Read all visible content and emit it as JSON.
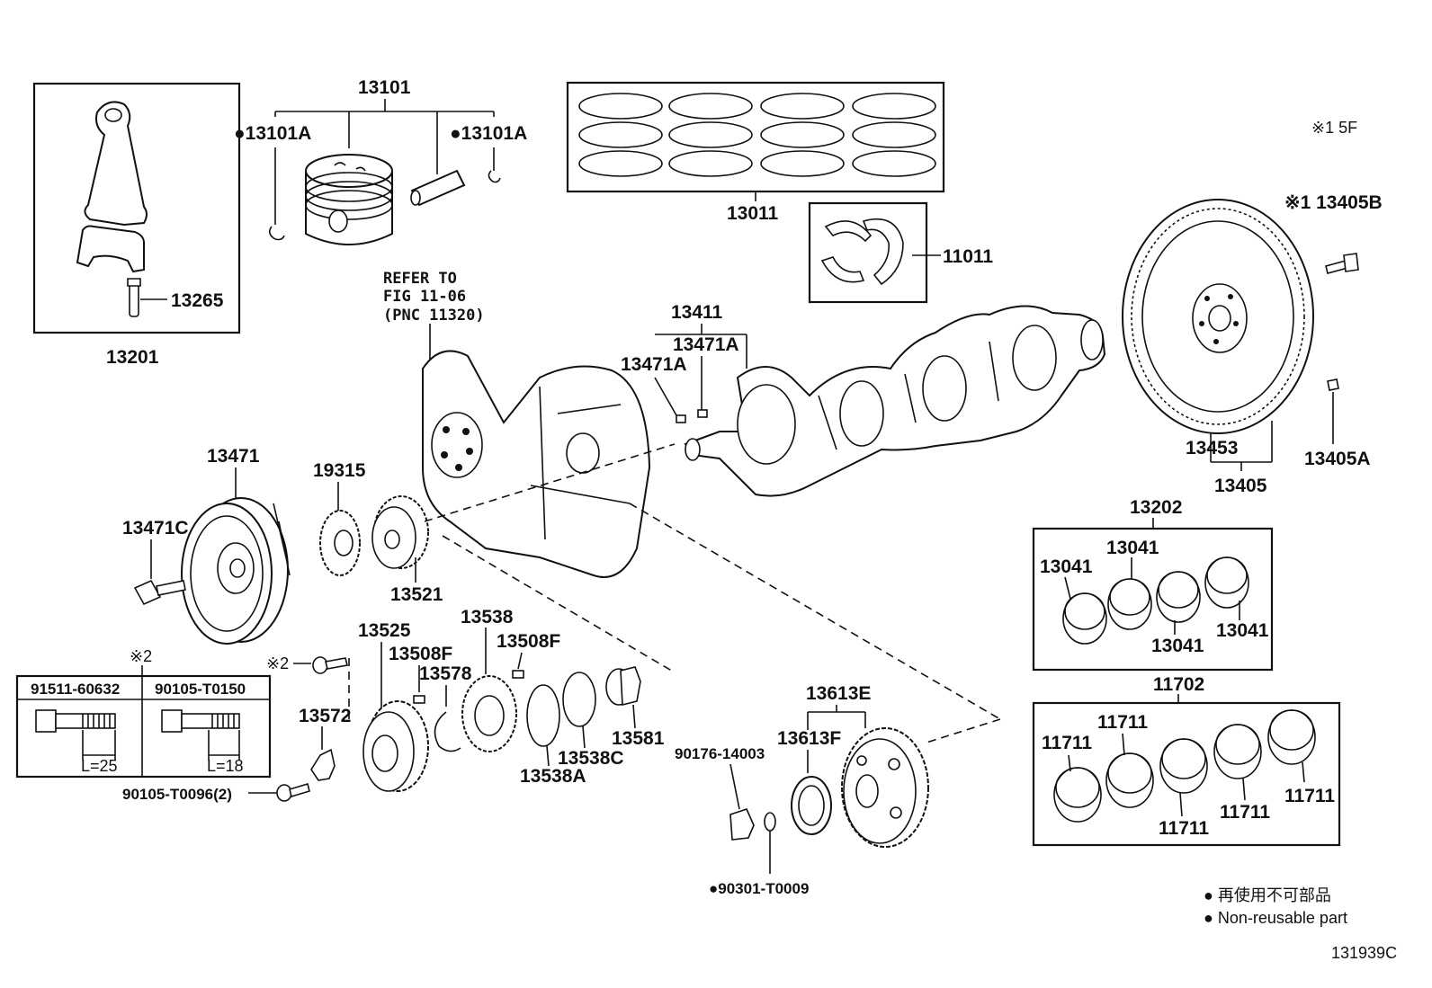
{
  "labels": {
    "p13101": "13101",
    "p13101A_left": "●13101A",
    "p13101A_right": "●13101A",
    "p13011": "13011",
    "p11011": "11011",
    "note_5f": "※1 5F",
    "p13405B": "※1  13405B",
    "p13265": "13265",
    "p13201": "13201",
    "refer1": "REFER TO",
    "refer2": "FIG 11-06",
    "refer3": "(PNC 11320)",
    "p13411": "13411",
    "p13471A_a": "13471A",
    "p13471A_b": "13471A",
    "p13453": "13453",
    "p13405": "13405",
    "p13405A": "13405A",
    "p13471": "13471",
    "p19315": "19315",
    "p13471C": "13471C",
    "p13521": "13521",
    "p13202": "13202",
    "p13041_a": "13041",
    "p13041_b": "13041",
    "p13041_c": "13041",
    "p13041_d": "13041",
    "note2_top": "※2",
    "bolt_a": "91511-60632",
    "bolt_b": "90105-T0150",
    "len_a": "L=25",
    "len_b": "L=18",
    "note2_bolt": "※2",
    "p13525": "13525",
    "p13538": "13538",
    "p13508F_a": "13508F",
    "p13508F_b": "13508F",
    "p13578": "13578",
    "p13572": "13572",
    "p13538C": "13538C",
    "p13538A": "13538A",
    "p13581": "13581",
    "p90105_T0096": "90105-T0096(2)",
    "p13613E": "13613E",
    "p13613F": "13613F",
    "p90176": "90176-14003",
    "p90301": "●90301-T0009",
    "p11702": "11702",
    "p11711_a": "11711",
    "p11711_b": "11711",
    "p11711_c": "11711",
    "p11711_d": "11711",
    "p11711_e": "11711",
    "legend_jp": "● 再使用不可部品",
    "legend_en": "● Non-reusable part",
    "diagram_id": "131939C"
  }
}
